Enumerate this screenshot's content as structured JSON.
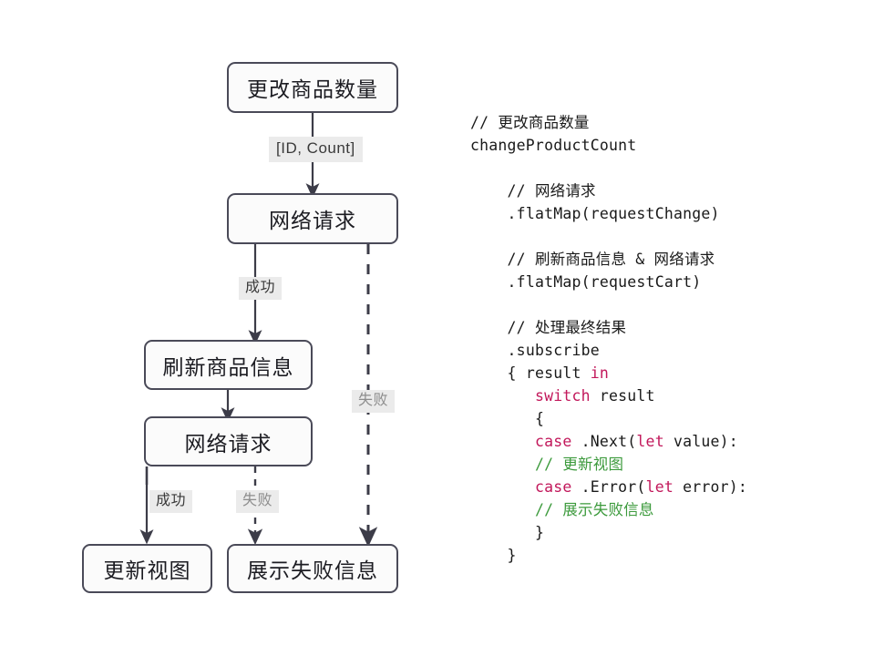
{
  "diagram": {
    "title": "changeProductCount flow",
    "colors": {
      "node_border": "#4a4a58",
      "node_fill": "#fbfbfb",
      "label_chip": "#ebebeb",
      "keyword": "#c2185b",
      "comment_green": "#3c9a3c",
      "text": "#1a1a1a",
      "background": "#ffffff"
    },
    "nodes": [
      {
        "id": "change-product-count",
        "label": "更改商品数量"
      },
      {
        "id": "network-request-1",
        "label": "网络请求"
      },
      {
        "id": "refresh-product-info",
        "label": "刷新商品信息"
      },
      {
        "id": "network-request-2",
        "label": "网络请求"
      },
      {
        "id": "update-view",
        "label": "更新视图"
      },
      {
        "id": "show-failure-info",
        "label": "展示失败信息"
      }
    ],
    "edge_labels": {
      "id_count": "[ID, Count]",
      "success_1": "成功",
      "failure_main": "失败",
      "success_2": "成功",
      "failure_2": "失败"
    }
  },
  "code": {
    "lines": [
      {
        "id": "l01",
        "indent": 0,
        "parts": [
          {
            "t": "// 更改商品数量",
            "c": "plain"
          }
        ]
      },
      {
        "id": "l02",
        "indent": 0,
        "parts": [
          {
            "t": "changeProductCount",
            "c": "plain"
          }
        ]
      },
      {
        "id": "l03",
        "blank": true
      },
      {
        "id": "l04",
        "indent": 4,
        "parts": [
          {
            "t": "// 网络请求",
            "c": "plain"
          }
        ]
      },
      {
        "id": "l05",
        "indent": 4,
        "parts": [
          {
            "t": ".flatMap(requestChange)",
            "c": "plain"
          }
        ]
      },
      {
        "id": "l06",
        "blank": true
      },
      {
        "id": "l07",
        "indent": 4,
        "parts": [
          {
            "t": "// 刷新商品信息 & 网络请求",
            "c": "plain"
          }
        ]
      },
      {
        "id": "l08",
        "indent": 4,
        "parts": [
          {
            "t": ".flatMap(requestCart)",
            "c": "plain"
          }
        ]
      },
      {
        "id": "l09",
        "blank": true
      },
      {
        "id": "l10",
        "indent": 4,
        "parts": [
          {
            "t": "// 处理最终结果",
            "c": "plain"
          }
        ]
      },
      {
        "id": "l11",
        "indent": 4,
        "parts": [
          {
            "t": ".subscribe",
            "c": "plain"
          }
        ]
      },
      {
        "id": "l12",
        "indent": 4,
        "parts": [
          {
            "t": "{ result ",
            "c": "plain"
          },
          {
            "t": "in",
            "c": "kw"
          }
        ]
      },
      {
        "id": "l13",
        "indent": 7,
        "parts": [
          {
            "t": "switch",
            "c": "kw"
          },
          {
            "t": " result",
            "c": "plain"
          }
        ]
      },
      {
        "id": "l14",
        "indent": 7,
        "parts": [
          {
            "t": "{",
            "c": "plain"
          }
        ]
      },
      {
        "id": "l15",
        "indent": 7,
        "parts": [
          {
            "t": "case",
            "c": "kw"
          },
          {
            "t": " .Next(",
            "c": "plain"
          },
          {
            "t": "let",
            "c": "kw"
          },
          {
            "t": " value):",
            "c": "plain"
          }
        ]
      },
      {
        "id": "l16",
        "indent": 7,
        "parts": [
          {
            "t": "// 更新视图",
            "c": "green"
          }
        ]
      },
      {
        "id": "l17",
        "indent": 7,
        "parts": [
          {
            "t": "case",
            "c": "kw"
          },
          {
            "t": " .Error(",
            "c": "plain"
          },
          {
            "t": "let",
            "c": "kw"
          },
          {
            "t": " error):",
            "c": "plain"
          }
        ]
      },
      {
        "id": "l18",
        "indent": 7,
        "parts": [
          {
            "t": "// 展示失败信息",
            "c": "green"
          }
        ]
      },
      {
        "id": "l19",
        "indent": 7,
        "parts": [
          {
            "t": "}",
            "c": "plain"
          }
        ]
      },
      {
        "id": "l20",
        "indent": 4,
        "parts": [
          {
            "t": "}",
            "c": "plain"
          }
        ]
      }
    ]
  }
}
